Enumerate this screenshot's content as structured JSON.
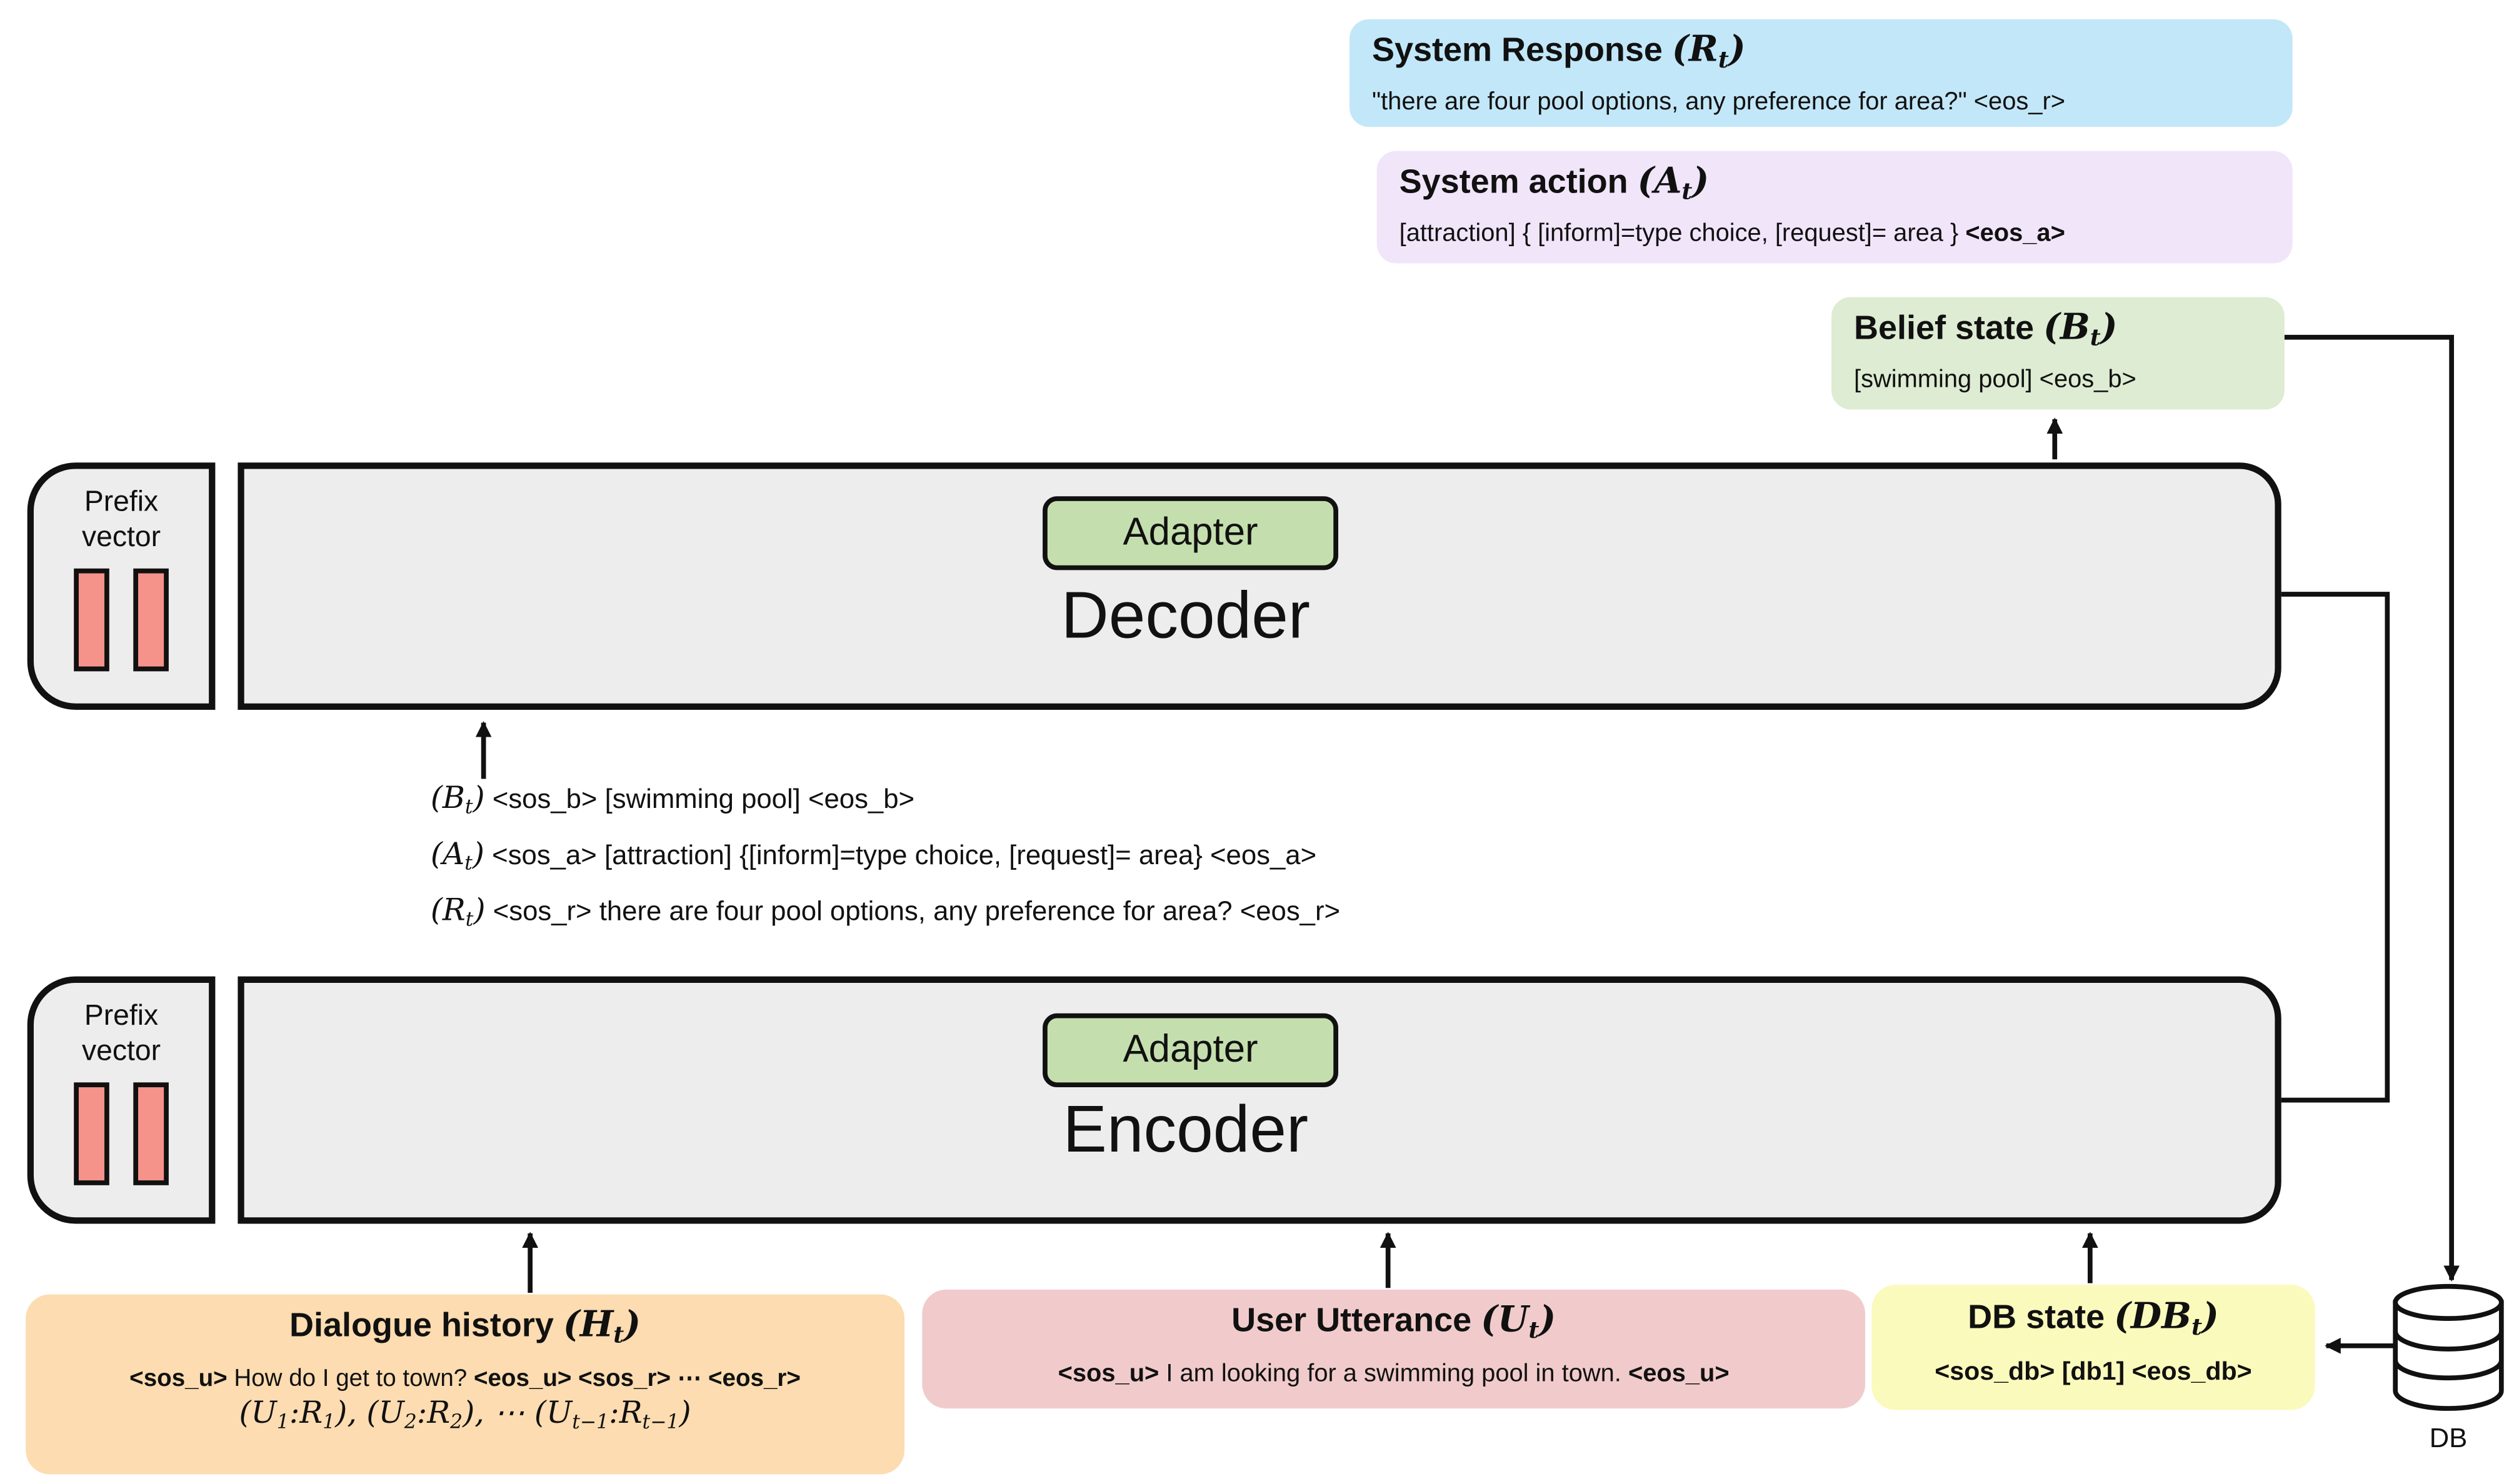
{
  "colors": {
    "system_response_bg": "#c2e7f8",
    "system_action_bg": "#f1e5fa",
    "belief_state_bg": "#ddecd2",
    "model_box_bg": "#ededed",
    "adapter_bg": "#c4dfad",
    "prefix_bar": "#f5938b",
    "dialogue_history_bg": "#fcdcb0",
    "user_utterance_bg": "#f1cbcb",
    "db_state_bg": "#fbfabd",
    "line_color": "#111111"
  },
  "top_boxes": {
    "system_response": {
      "title_runs": [
        {
          "t": "System Response ",
          "f": "t"
        },
        {
          "t": "(",
          "f": "mb"
        },
        {
          "t": "R",
          "f": "mb"
        },
        {
          "t": "t",
          "f": "mbs"
        },
        {
          "t": ")",
          "f": "mb"
        }
      ],
      "body_runs": [
        {
          "t": "\"there are four pool options, any preference for area?\" <eos_r>",
          "f": "t"
        }
      ]
    },
    "system_action": {
      "title_runs": [
        {
          "t": "System action ",
          "f": "t"
        },
        {
          "t": "(",
          "f": "mb"
        },
        {
          "t": "A",
          "f": "mb"
        },
        {
          "t": "t",
          "f": "mbs"
        },
        {
          "t": ")",
          "f": "mb"
        }
      ],
      "body_runs": [
        {
          "t": "[attraction] { [inform]=type choice, [request]= area } ",
          "f": "t"
        },
        {
          "t": "<eos_a>",
          "f": "b"
        }
      ]
    },
    "belief_state": {
      "title_runs": [
        {
          "t": "Belief state ",
          "f": "t"
        },
        {
          "t": "(",
          "f": "mb"
        },
        {
          "t": "B",
          "f": "mb"
        },
        {
          "t": "t",
          "f": "mbs"
        },
        {
          "t": ")",
          "f": "mb"
        }
      ],
      "body_runs": [
        {
          "t": "[swimming pool] <eos_b>",
          "f": "t"
        }
      ]
    }
  },
  "model": {
    "decoder": {
      "label": "Decoder",
      "adapter": "Adapter"
    },
    "encoder": {
      "label": "Encoder",
      "adapter": "Adapter"
    },
    "prefix": {
      "line1": "Prefix",
      "line2": "vector"
    }
  },
  "middle_lines": {
    "b_runs": [
      {
        "t": "(",
        "f": "m"
      },
      {
        "t": "B",
        "f": "m"
      },
      {
        "t": "t",
        "f": "ms"
      },
      {
        "t": ")",
        "f": "m"
      },
      {
        "t": "  <sos_b> [swimming pool] <eos_b>",
        "f": "t"
      }
    ],
    "a_runs": [
      {
        "t": "(",
        "f": "m"
      },
      {
        "t": "A",
        "f": "m"
      },
      {
        "t": "t",
        "f": "ms"
      },
      {
        "t": ")",
        "f": "m"
      },
      {
        "t": "  <sos_a> [attraction] {[inform]=type choice, [request]= area} <eos_a>",
        "f": "t"
      }
    ],
    "r_runs": [
      {
        "t": "(",
        "f": "m"
      },
      {
        "t": "R",
        "f": "m"
      },
      {
        "t": "t",
        "f": "ms"
      },
      {
        "t": ")",
        "f": "m"
      },
      {
        "t": "  <sos_r> there are four pool options, any preference for area? <eos_r>",
        "f": "t"
      }
    ]
  },
  "bottom_boxes": {
    "dialogue_history": {
      "title_runs": [
        {
          "t": "Dialogue history ",
          "f": "t"
        },
        {
          "t": "(",
          "f": "mb"
        },
        {
          "t": "H",
          "f": "mb"
        },
        {
          "t": "t",
          "f": "mbs"
        },
        {
          "t": ")",
          "f": "mb"
        }
      ],
      "line1_runs": [
        {
          "t": "<sos_u>",
          "f": "b"
        },
        {
          "t": " How do I get to town? ",
          "f": "t"
        },
        {
          "t": "<eos_u> <sos_r> ⋯ <eos_r>",
          "f": "b"
        }
      ],
      "line2_runs": [
        {
          "t": "(",
          "f": "m"
        },
        {
          "t": "U",
          "f": "m"
        },
        {
          "t": "1",
          "f": "ms"
        },
        {
          "t": ":",
          "f": "m"
        },
        {
          "t": "R",
          "f": "m"
        },
        {
          "t": "1",
          "f": "ms"
        },
        {
          "t": "), (",
          "f": "m"
        },
        {
          "t": "U",
          "f": "m"
        },
        {
          "t": "2",
          "f": "ms"
        },
        {
          "t": ":",
          "f": "m"
        },
        {
          "t": "R",
          "f": "m"
        },
        {
          "t": "2",
          "f": "ms"
        },
        {
          "t": "), ⋯ (",
          "f": "m"
        },
        {
          "t": "U",
          "f": "m"
        },
        {
          "t": "t−1",
          "f": "ms"
        },
        {
          "t": ":",
          "f": "m"
        },
        {
          "t": "R",
          "f": "m"
        },
        {
          "t": "t−1",
          "f": "ms"
        },
        {
          "t": ")",
          "f": "m"
        }
      ]
    },
    "user_utterance": {
      "title_runs": [
        {
          "t": "User Utterance ",
          "f": "t"
        },
        {
          "t": "(",
          "f": "mb"
        },
        {
          "t": "U",
          "f": "mb"
        },
        {
          "t": "t",
          "f": "mbs"
        },
        {
          "t": ")",
          "f": "mb"
        }
      ],
      "line_runs": [
        {
          "t": "<sos_u>",
          "f": "b"
        },
        {
          "t": " I am looking for a swimming pool in town. ",
          "f": "t"
        },
        {
          "t": "<eos_u>",
          "f": "b"
        }
      ]
    },
    "db_state": {
      "title_runs": [
        {
          "t": "DB state ",
          "f": "t"
        },
        {
          "t": "(",
          "f": "mb"
        },
        {
          "t": "DB",
          "f": "mb"
        },
        {
          "t": "t",
          "f": "mbs"
        },
        {
          "t": ")",
          "f": "mb"
        }
      ],
      "line_runs": [
        {
          "t": "<sos_db> [db1] <eos_db>",
          "f": "b"
        }
      ]
    }
  },
  "db_icon": {
    "label": "DB"
  }
}
